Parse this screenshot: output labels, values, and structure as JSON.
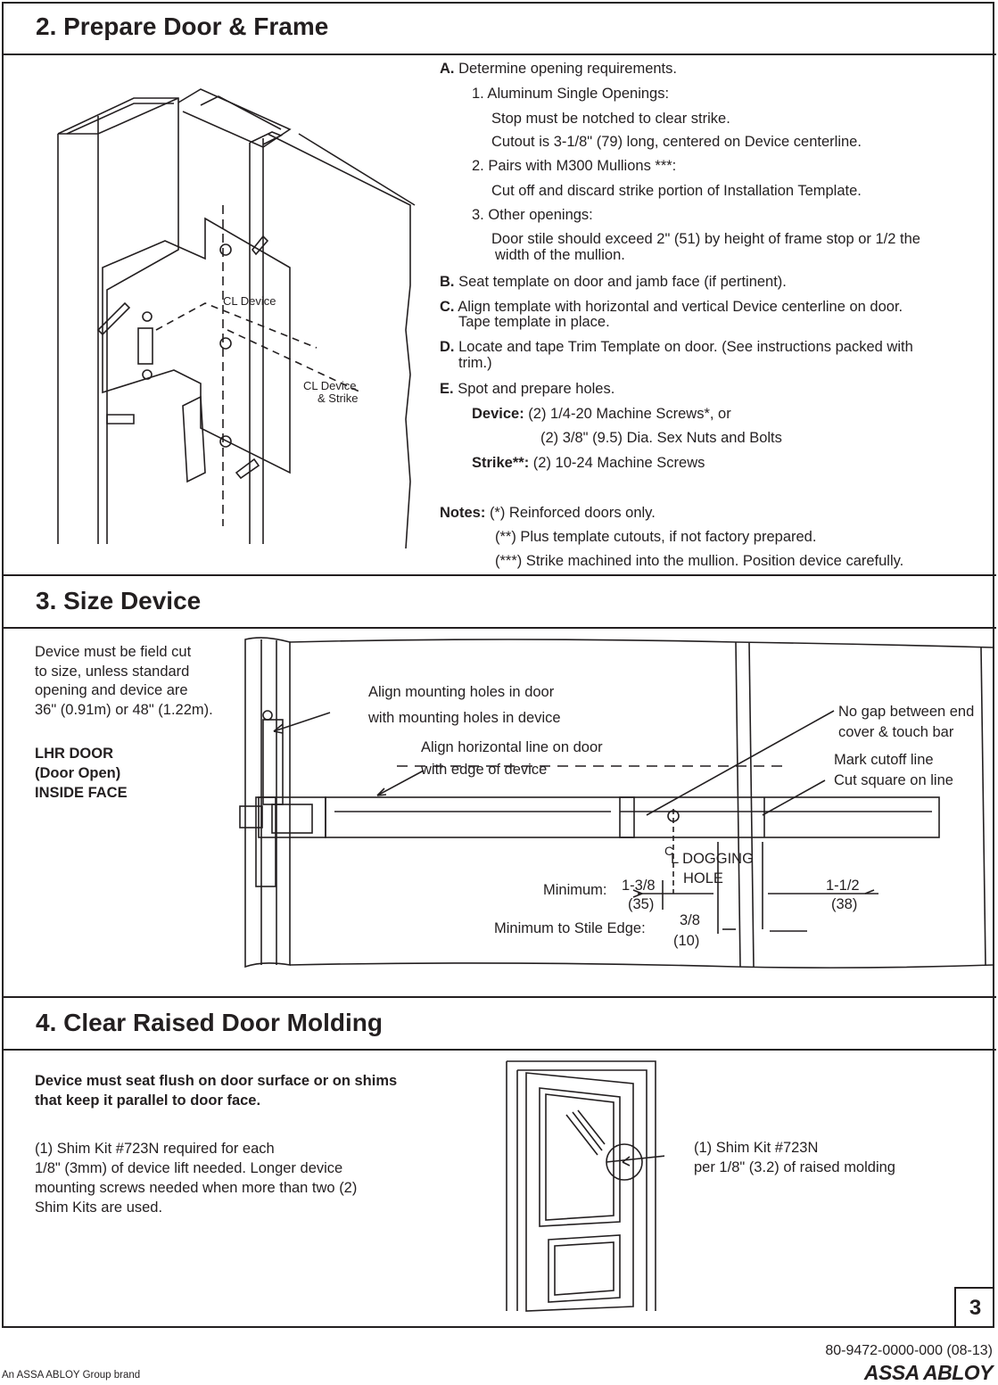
{
  "section2": {
    "title": "2. Prepare Door & Frame",
    "illustration_labels": {
      "cl_device": "L Device",
      "cl_device_strike_1": "L Device",
      "cl_device_strike_2": "& Strike",
      "c_mark": "C"
    },
    "a_label": "A.",
    "a_text": "Determine opening requirements.",
    "a1": "1. Aluminum Single Openings:",
    "a1_l1": "Stop must be notched to clear strike.",
    "a1_l2": "Cutout is 3-1/8\" (79) long, centered on Device centerline.",
    "a2": "2. Pairs with M300 Mullions ***:",
    "a2_l1": "Cut off and discard strike portion of Installation Template.",
    "a3": "3. Other openings:",
    "a3_l1": "Door stile should exceed 2\" (51) by height of frame stop or 1/2 the",
    "a3_l2": "width of the mullion.",
    "b_label": "B.",
    "b_text": "Seat template on door and jamb face (if pertinent).",
    "c_label": "C.",
    "c_text1": "Align template with horizontal and vertical Device centerline on door.",
    "c_text2": "Tape template in place.",
    "d_label": "D.",
    "d_text1": "Locate and tape Trim Template on door. (See instructions packed with",
    "d_text2": "trim.)",
    "e_label": "E.",
    "e_text": "Spot and prepare holes.",
    "device_label": "Device:",
    "device_l1": "(2) 1/4-20 Machine Screws*, or",
    "device_l2": "(2) 3/8\" (9.5) Dia. Sex Nuts and Bolts",
    "strike_label": "Strike**:",
    "strike_l1": "(2) 10-24 Machine Screws",
    "notes_label": "Notes:",
    "note1": "(*) Reinforced doors only.",
    "note2": "(**) Plus template cutouts, if not factory prepared.",
    "note3": "(***) Strike machined into the mullion. Position device carefully."
  },
  "section3": {
    "title": "3. Size Device",
    "intro": [
      "Device must be field cut",
      "to size, unless standard",
      "opening and device are",
      "36\" (0.91m) or 48\" (1.22m)."
    ],
    "door_hand": [
      "LHR DOOR",
      "(Door Open)",
      "INSIDE FACE"
    ],
    "callout_holes_1": "Align mounting holes in door",
    "callout_holes_2": "with mounting holes in device",
    "callout_line_1": "Align horizontal line on door",
    "callout_line_2": "with edge of device",
    "callout_gap_1": "No gap between end",
    "callout_gap_2": "cover & touch bar",
    "callout_cut_1": "Mark cutoff line",
    "callout_cut_2": "Cut square on line",
    "dogging_c": "C",
    "dogging_1": "L DOGGING",
    "dogging_2": "HOLE",
    "minimum_label": "Minimum:",
    "min_val_1": "1-3/8",
    "min_val_1_mm": "(35)",
    "min_val_2": "1-1/2",
    "min_val_2_mm": "(38)",
    "stile_label": "Minimum to Stile Edge:",
    "stile_val": "3/8",
    "stile_val_mm": "(10)"
  },
  "section4": {
    "title": "4. Clear Raised Door Molding",
    "bold_1": "Device must seat flush on door surface or on shims",
    "bold_2": "that keep it parallel to door face.",
    "body": [
      "(1) Shim Kit #723N required for each",
      "1/8\" (3mm) of device lift needed. Longer device",
      "mounting screws needed when more than two (2)",
      "Shim Kits are used."
    ],
    "callout_1": "(1) Shim Kit #723N",
    "callout_2": "per 1/8\" (3.2) of raised molding"
  },
  "page_number": "3",
  "footer": {
    "doc_code": "80-9472-0000-000 (08-13)",
    "brand_line": "An ASSA ABLOY Group brand",
    "logo": "ASSA ABLOY"
  }
}
